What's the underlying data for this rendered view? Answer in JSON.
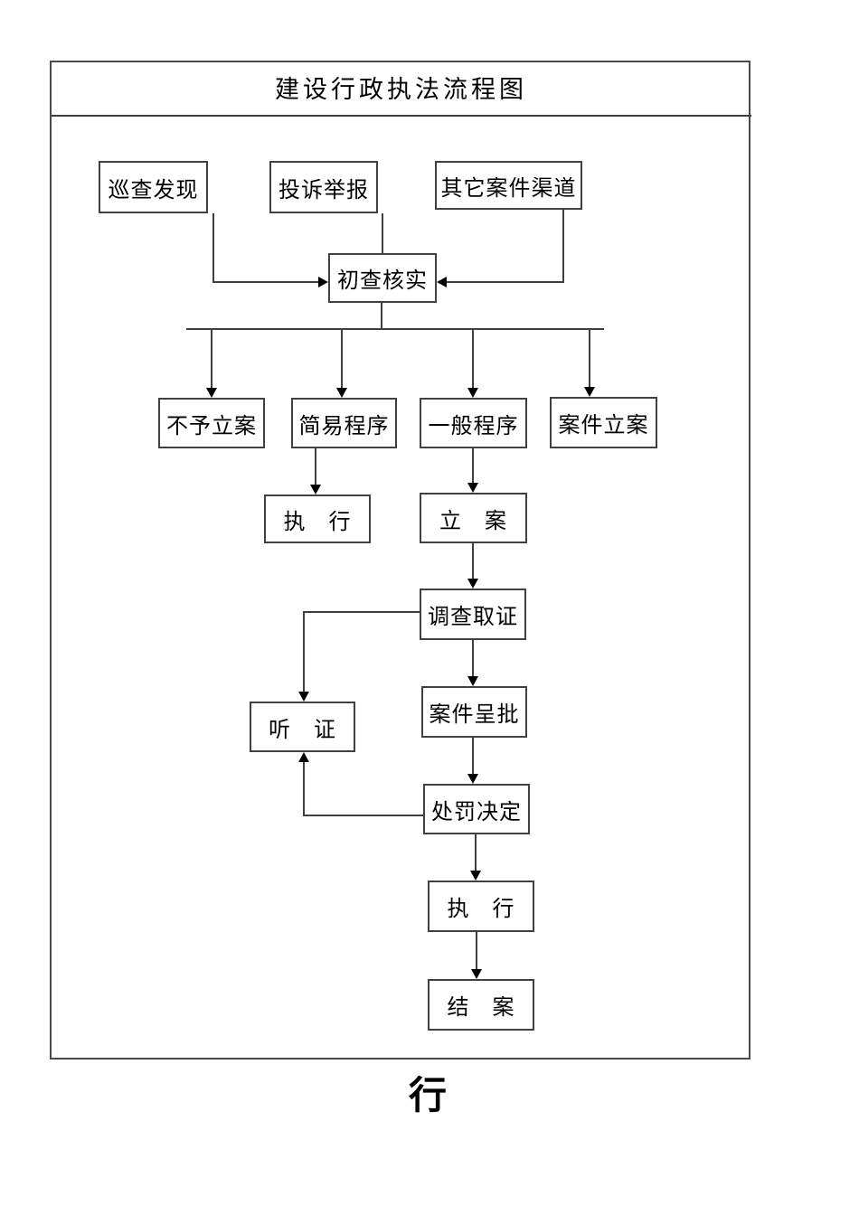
{
  "page": {
    "title": "建设行政执法流程图",
    "overflow_char": "行"
  },
  "colors": {
    "background": "#ffffff",
    "border": "#4a4a4a",
    "box_border": "#404040",
    "line": "#3f3f3f",
    "text": "#000000"
  },
  "flowchart": {
    "nodes": [
      {
        "id": "patrol-discovery",
        "label": "巡查发现"
      },
      {
        "id": "complaint-report",
        "label": "投诉举报"
      },
      {
        "id": "other-case-channels",
        "label": "其它案件渠道"
      },
      {
        "id": "initial-verification",
        "label": "初查核实"
      },
      {
        "id": "no-case-filing",
        "label": "不予立案"
      },
      {
        "id": "summary-procedure",
        "label": "简易程序"
      },
      {
        "id": "general-procedure",
        "label": "一般程序"
      },
      {
        "id": "case-filing",
        "label": "案件立案"
      },
      {
        "id": "execution-summary",
        "label": "执　行"
      },
      {
        "id": "filing",
        "label": "立　案"
      },
      {
        "id": "investigation-evidence",
        "label": "调查取证"
      },
      {
        "id": "hearing",
        "label": "听　证"
      },
      {
        "id": "case-approval",
        "label": "案件呈批"
      },
      {
        "id": "penalty-decision",
        "label": "处罚决定"
      },
      {
        "id": "execution",
        "label": "执　行"
      },
      {
        "id": "case-closure",
        "label": "结　案"
      }
    ],
    "edges": [
      {
        "from": "巡查发现",
        "to": "初查核实"
      },
      {
        "from": "投诉举报",
        "to": "初查核实"
      },
      {
        "from": "其它案件渠道",
        "to": "初查核实"
      },
      {
        "from": "初查核实",
        "to": "不予立案"
      },
      {
        "from": "初查核实",
        "to": "简易程序"
      },
      {
        "from": "初查核实",
        "to": "一般程序"
      },
      {
        "from": "初查核实",
        "to": "案件立案"
      },
      {
        "from": "简易程序",
        "to": "执　行"
      },
      {
        "from": "一般程序",
        "to": "立　案"
      },
      {
        "from": "立　案",
        "to": "调查取证"
      },
      {
        "from": "调查取证",
        "to": "听　证"
      },
      {
        "from": "调查取证",
        "to": "案件呈批"
      },
      {
        "from": "案件呈批",
        "to": "处罚决定"
      },
      {
        "from": "处罚决定",
        "to": "听　证"
      },
      {
        "from": "处罚决定",
        "to": "执　行"
      },
      {
        "from": "执　行",
        "to": "结　案"
      }
    ]
  }
}
